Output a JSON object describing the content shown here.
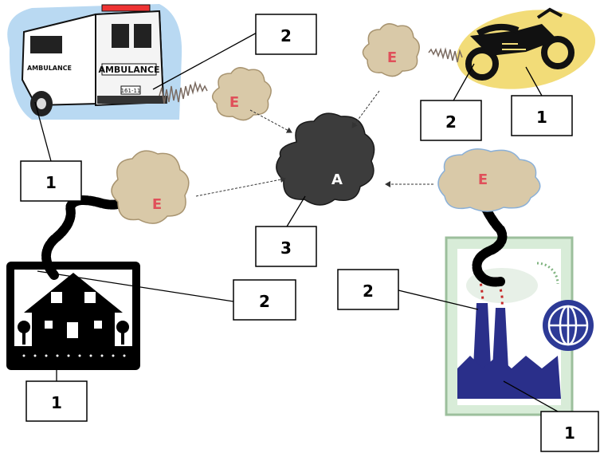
{
  "labels": {
    "ambulance_source": "1",
    "ambulance_emission": "2",
    "motorcycle_emission": "2",
    "motorcycle_source": "1",
    "house_source": "1",
    "house_emission": "2",
    "factory_emission": "2",
    "factory_source": "1",
    "atmosphere": "3"
  },
  "clouds": {
    "emission_letter": "E",
    "atmosphere_letter": "A"
  },
  "ambulance_text": {
    "rear": "AMBULANCE",
    "side": "AMBULANCE",
    "plate": "161-11"
  },
  "colors": {
    "emission_cloud": "#d9c9a8",
    "atmosphere_cloud": "#3c3c3c",
    "emission_letter": "#e0505a",
    "sky_blue": "#b9d9f2",
    "moto_yellow": "#f2dc78",
    "factory_bg": "#d8ecd8",
    "factory_blue": "#2a2f8a",
    "globe_blue": "#2d3a96"
  }
}
